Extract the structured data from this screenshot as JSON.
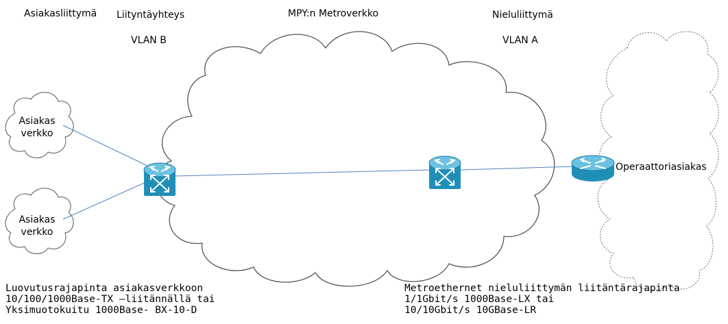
{
  "header": {
    "customer_interface": "Asiakasliittymä",
    "connection": "Liityntäyhteys",
    "metro_network": "MPY:n Metroverkko",
    "sink_interface": "Nieluliittymä",
    "vlan_b": "VLAN B",
    "vlan_a": "VLAN A"
  },
  "nodes": {
    "customer_network_1": {
      "line1": "Asiakas",
      "line2": "verkko"
    },
    "customer_network_2": {
      "line1": "Asiakas",
      "line2": "verkko"
    },
    "operator_customer": "Operaattoriasiakas"
  },
  "notes": {
    "left": [
      "Luovutusrajapinta asiakasverkkoon",
      "10/100/1000Base-TX –liitännällä tai",
      "Yksimuotokuitu 1000Base- BX-10-D"
    ],
    "right": [
      "Metroethernet nieluliittymän liitäntärajapinta",
      "1/1Gbit/s 1000Base-LX tai",
      "10/10Gbit/s 10GBase-LR"
    ]
  },
  "colors": {
    "link": "#4f81bd",
    "device": "#1f8fb8",
    "device_dark": "#10617f",
    "cloud_stroke": "#555555"
  }
}
